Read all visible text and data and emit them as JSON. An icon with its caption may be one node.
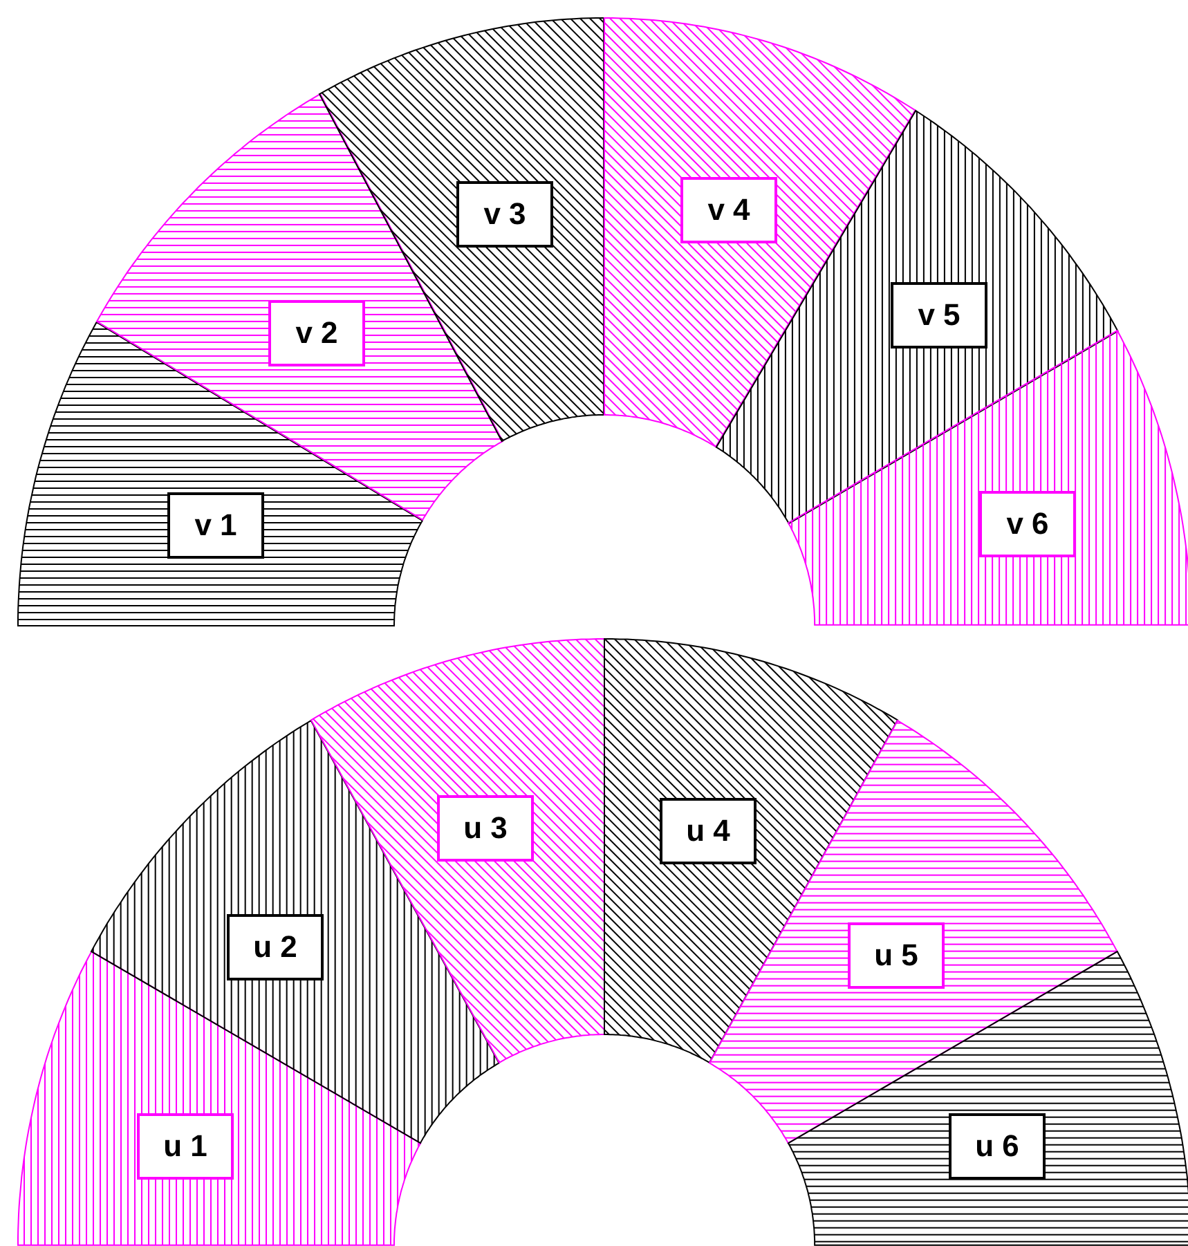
{
  "diagram": {
    "nodes": [
      {
        "text": [
          "v 1"
        ]
      },
      {
        "text": [
          "v 2"
        ]
      },
      {
        "text": [
          "v 3"
        ]
      },
      {
        "text": [
          "v 4"
        ]
      },
      {
        "text": [
          "v 5"
        ]
      },
      {
        "text": [
          "v 6"
        ]
      },
      {
        "text": [
          "u 1"
        ]
      },
      {
        "text": [
          "u 2"
        ]
      },
      {
        "text": [
          "u 3"
        ]
      },
      {
        "text": [
          "u 4"
        ]
      },
      {
        "text": [
          "u 5"
        ]
      },
      {
        "text": [
          "u 6"
        ]
      }
    ]
  }
}
